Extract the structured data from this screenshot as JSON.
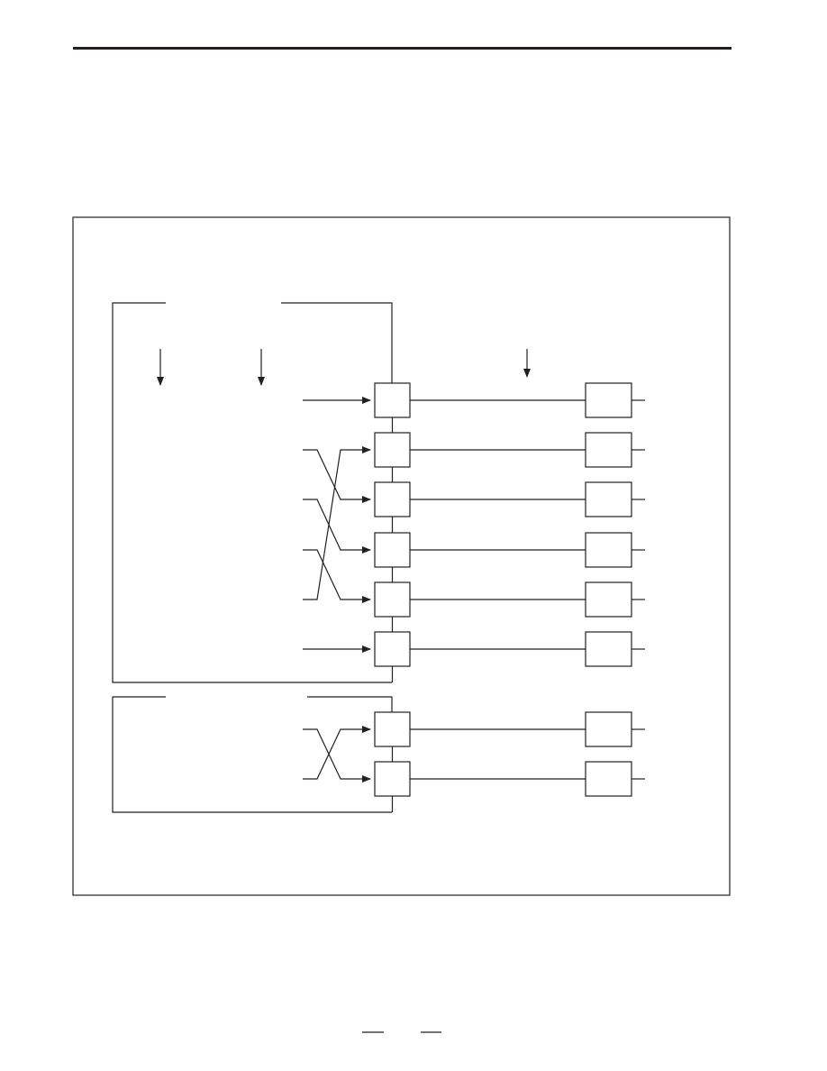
{
  "page": {
    "header_rule": true,
    "footer_marks": [
      "",
      ""
    ]
  },
  "diagram": {
    "description_text": [],
    "line_color": "#231f20",
    "main_group": {
      "module_count": 6,
      "crossed_inputs": [
        [
          1,
          2
        ],
        [
          2,
          3
        ],
        [
          3,
          4
        ],
        [
          4,
          1
        ]
      ],
      "straight_inputs": [
        0,
        5
      ]
    },
    "aux_group": {
      "module_count": 2,
      "crossed_inputs": [
        [
          0,
          1
        ],
        [
          1,
          0
        ]
      ]
    }
  }
}
